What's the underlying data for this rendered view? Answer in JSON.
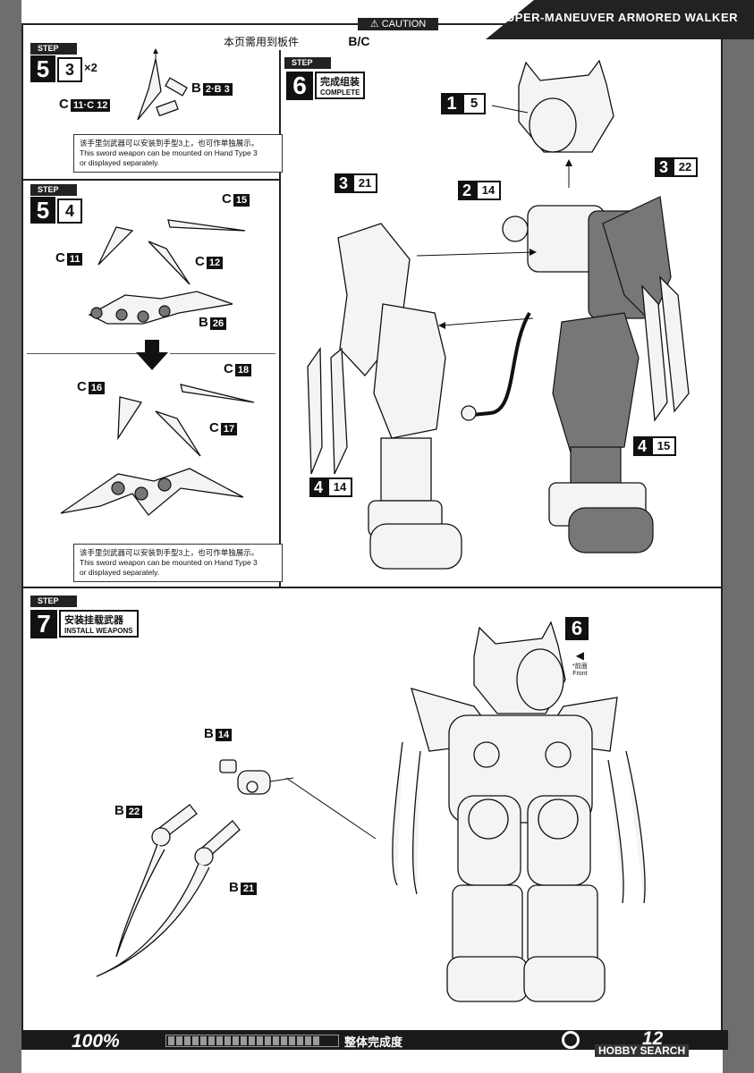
{
  "header": {
    "caution": "CAUTION",
    "boards_label": "本页需用到板件",
    "boards": "B/C",
    "brand": "SUPER-MANEUVER ARMORED WALKER"
  },
  "step_53": {
    "step_tag": "STEP",
    "num": "5",
    "sub": "3",
    "multiplier": "×2",
    "label_c": "C",
    "label_c_badges": "11·C 12",
    "label_b": "B",
    "label_b_badges": "2·B 3",
    "note_cn": "该手里剑武器可以安装到手型3上，也可作单独展示。",
    "note_en1": "This sword weapon can be mounted on Hand Type 3",
    "note_en2": "or displayed separately."
  },
  "step_54": {
    "step_tag": "STEP",
    "num": "5",
    "sub": "4",
    "labels": [
      {
        "letter": "C",
        "badge": "15"
      },
      {
        "letter": "C",
        "badge": "11"
      },
      {
        "letter": "C",
        "badge": "12"
      },
      {
        "letter": "B",
        "badge": "26"
      },
      {
        "letter": "C",
        "badge": "16"
      },
      {
        "letter": "C",
        "badge": "18"
      },
      {
        "letter": "C",
        "badge": "17"
      }
    ],
    "note_cn": "该手里剑武器可以安装到手型3上，也可作单独展示。",
    "note_en1": "This sword weapon can be mounted on Hand Type 3",
    "note_en2": "or displayed separately."
  },
  "step_6": {
    "step_tag": "STEP",
    "num": "6",
    "title_cn": "完成组装",
    "title_en": "COMPLETE",
    "callouts": [
      {
        "num": "1",
        "sub": "5"
      },
      {
        "num": "2",
        "sub": "14"
      },
      {
        "num": "3",
        "sub": "21"
      },
      {
        "num": "3",
        "sub": "22"
      },
      {
        "num": "4",
        "sub": "14"
      },
      {
        "num": "4",
        "sub": "15"
      }
    ]
  },
  "step_7": {
    "step_tag": "STEP",
    "num": "7",
    "title_cn": "安装挂载武器",
    "title_en": "INSTALL WEAPONS",
    "ref_num": "6",
    "front_cn": "*前面",
    "front_en": "Front",
    "labels": [
      {
        "letter": "B",
        "badge": "14"
      },
      {
        "letter": "B",
        "badge": "22"
      },
      {
        "letter": "B",
        "badge": "21"
      }
    ]
  },
  "footer": {
    "percent": "100%",
    "complete_cn": "整体完成度",
    "page": "12",
    "watermark": "HOBBY SEARCH"
  }
}
